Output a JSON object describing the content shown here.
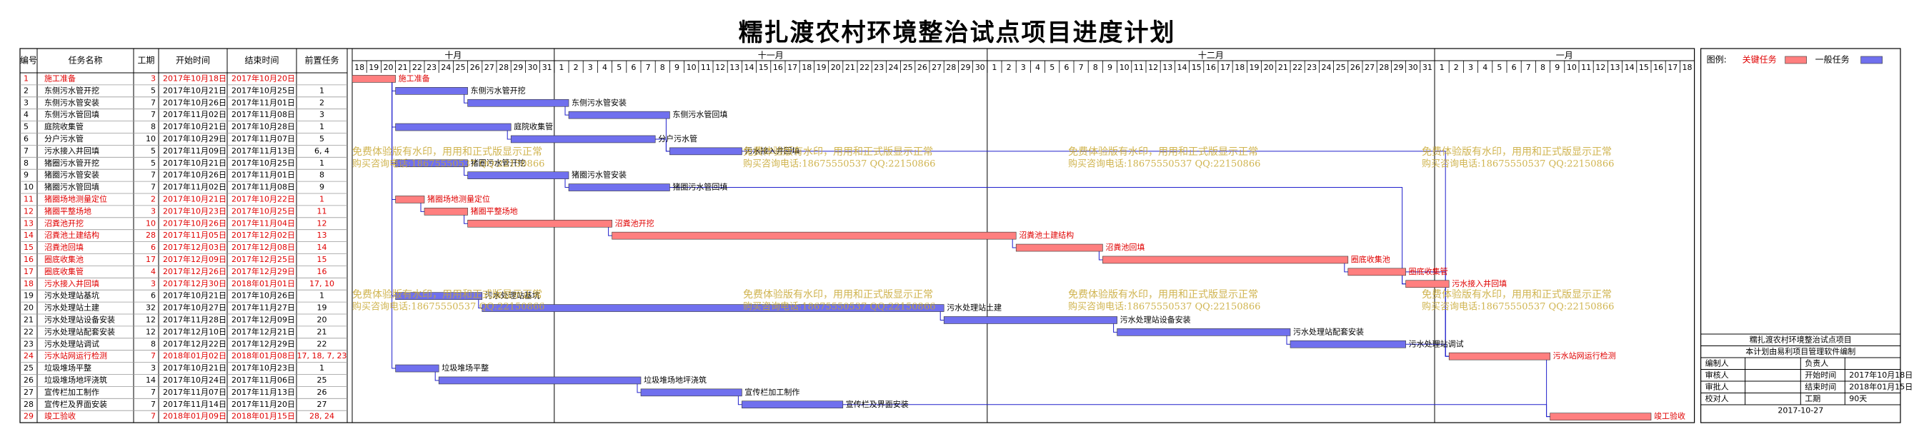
{
  "title": "糯扎渡农村环境整治试点项目进度计划",
  "table": {
    "headers": {
      "id": "编号",
      "name": "任务名称",
      "dur": "工期",
      "start": "开始时间",
      "end": "结束时间",
      "pred": "前置任务"
    }
  },
  "months": [
    "十月",
    "十一月",
    "十二月",
    "一月"
  ],
  "legend": {
    "label": "图例:",
    "critical": "关键任务",
    "normal": "一般任务",
    "critical_color": "#ff7f7f",
    "normal_color": "#7070ee"
  },
  "info_box": {
    "title": "糯扎渡农村环境整治试点项目",
    "subtitle": "本计划由易利项目管理软件编制",
    "rows": [
      [
        "编制人",
        "",
        "负责人",
        ""
      ],
      [
        "审核人",
        "",
        "开始时间",
        "2017年10月18日"
      ],
      [
        "审批人",
        "",
        "结束时间",
        "2018年01月15日"
      ],
      [
        "校对人",
        "",
        "工期",
        "90天"
      ]
    ],
    "date": "2017-10-27"
  },
  "watermark": {
    "line1": "免费体验版有水印，用用和正式版显示正常",
    "line2": "购买咨询电话:18675550537 QQ:22150866"
  },
  "colors": {
    "critical_text": "#e00000",
    "normal_text": "#000000",
    "critical_bar": "#ff7f7f",
    "normal_bar": "#7070ee",
    "link": "#2020cc",
    "watermark": "#c8a832"
  },
  "chart_data": {
    "type": "gantt",
    "x_start": "2017-10-18",
    "x_end": "2018-01-18",
    "tasks": [
      {
        "id": "1",
        "name": "施工准备",
        "duration": "3",
        "start": "2017年10月18日",
        "end": "2017年10月20日",
        "pred": "",
        "critical": true,
        "s": "2017-10-18",
        "e": "2017-10-20"
      },
      {
        "id": "2",
        "name": "东侧污水管开挖",
        "duration": "5",
        "start": "2017年10月21日",
        "end": "2017年10月25日",
        "pred": "1",
        "critical": false,
        "s": "2017-10-21",
        "e": "2017-10-25"
      },
      {
        "id": "3",
        "name": "东侧污水管安装",
        "duration": "7",
        "start": "2017年10月26日",
        "end": "2017年11月01日",
        "pred": "2",
        "critical": false,
        "s": "2017-10-26",
        "e": "2017-11-01"
      },
      {
        "id": "4",
        "name": "东侧污水管回填",
        "duration": "7",
        "start": "2017年11月02日",
        "end": "2017年11月08日",
        "pred": "3",
        "critical": false,
        "s": "2017-11-02",
        "e": "2017-11-08"
      },
      {
        "id": "5",
        "name": "庭院收集管",
        "duration": "8",
        "start": "2017年10月21日",
        "end": "2017年10月28日",
        "pred": "1",
        "critical": false,
        "s": "2017-10-21",
        "e": "2017-10-28"
      },
      {
        "id": "6",
        "name": "分户污水管",
        "duration": "10",
        "start": "2017年10月29日",
        "end": "2017年11月07日",
        "pred": "5",
        "critical": false,
        "s": "2017-10-29",
        "e": "2017-11-07"
      },
      {
        "id": "7",
        "name": "污水接入井回填",
        "duration": "5",
        "start": "2017年11月09日",
        "end": "2017年11月13日",
        "pred": "6, 4",
        "critical": false,
        "s": "2017-11-09",
        "e": "2017-11-13"
      },
      {
        "id": "8",
        "name": "猪圈污水管开挖",
        "duration": "5",
        "start": "2017年10月21日",
        "end": "2017年10月25日",
        "pred": "1",
        "critical": false,
        "s": "2017-10-21",
        "e": "2017-10-25"
      },
      {
        "id": "9",
        "name": "猪圈污水管安装",
        "duration": "7",
        "start": "2017年10月26日",
        "end": "2017年11月01日",
        "pred": "8",
        "critical": false,
        "s": "2017-10-26",
        "e": "2017-11-01"
      },
      {
        "id": "10",
        "name": "猪圈污水管回填",
        "duration": "7",
        "start": "2017年11月02日",
        "end": "2017年11月08日",
        "pred": "9",
        "critical": false,
        "s": "2017-11-02",
        "e": "2017-11-08"
      },
      {
        "id": "11",
        "name": "猪圈场地测量定位",
        "duration": "2",
        "start": "2017年10月21日",
        "end": "2017年10月22日",
        "pred": "1",
        "critical": true,
        "s": "2017-10-21",
        "e": "2017-10-22"
      },
      {
        "id": "12",
        "name": "猪圈平整场地",
        "duration": "3",
        "start": "2017年10月23日",
        "end": "2017年10月25日",
        "pred": "11",
        "critical": true,
        "s": "2017-10-23",
        "e": "2017-10-25"
      },
      {
        "id": "13",
        "name": "沼粪池开挖",
        "duration": "10",
        "start": "2017年10月26日",
        "end": "2017年11月04日",
        "pred": "12",
        "critical": true,
        "s": "2017-10-26",
        "e": "2017-11-04"
      },
      {
        "id": "14",
        "name": "沼粪池土建结构",
        "duration": "28",
        "start": "2017年11月05日",
        "end": "2017年12月02日",
        "pred": "13",
        "critical": true,
        "s": "2017-11-05",
        "e": "2017-12-02"
      },
      {
        "id": "15",
        "name": "沼粪池回填",
        "duration": "6",
        "start": "2017年12月03日",
        "end": "2017年12月08日",
        "pred": "14",
        "critical": true,
        "s": "2017-12-03",
        "e": "2017-12-08"
      },
      {
        "id": "16",
        "name": "圈底收集池",
        "duration": "17",
        "start": "2017年12月09日",
        "end": "2017年12月25日",
        "pred": "15",
        "critical": true,
        "s": "2017-12-09",
        "e": "2017-12-25"
      },
      {
        "id": "17",
        "name": "圈底收集管",
        "duration": "4",
        "start": "2017年12月26日",
        "end": "2017年12月29日",
        "pred": "16",
        "critical": true,
        "s": "2017-12-26",
        "e": "2017-12-29"
      },
      {
        "id": "18",
        "name": "污水接入井回填",
        "duration": "3",
        "start": "2017年12月30日",
        "end": "2018年01月01日",
        "pred": "17, 10",
        "critical": true,
        "s": "2017-12-30",
        "e": "2018-01-01"
      },
      {
        "id": "19",
        "name": "污水处理站基坑",
        "duration": "6",
        "start": "2017年10月21日",
        "end": "2017年10月26日",
        "pred": "1",
        "critical": false,
        "s": "2017-10-21",
        "e": "2017-10-26"
      },
      {
        "id": "20",
        "name": "污水处理站土建",
        "duration": "32",
        "start": "2017年10月27日",
        "end": "2017年11月27日",
        "pred": "19",
        "critical": false,
        "s": "2017-10-27",
        "e": "2017-11-27"
      },
      {
        "id": "21",
        "name": "污水处理站设备安装",
        "duration": "12",
        "start": "2017年11月28日",
        "end": "2017年12月09日",
        "pred": "20",
        "critical": false,
        "s": "2017-11-28",
        "e": "2017-12-09"
      },
      {
        "id": "22",
        "name": "污水处理站配套安装",
        "duration": "12",
        "start": "2017年12月10日",
        "end": "2017年12月21日",
        "pred": "21",
        "critical": false,
        "s": "2017-12-10",
        "e": "2017-12-21"
      },
      {
        "id": "23",
        "name": "污水处理站调试",
        "duration": "8",
        "start": "2017年12月22日",
        "end": "2017年12月29日",
        "pred": "22",
        "critical": false,
        "s": "2017-12-22",
        "e": "2017-12-29"
      },
      {
        "id": "24",
        "name": "污水站网运行检测",
        "duration": "7",
        "start": "2018年01月02日",
        "end": "2018年01月08日",
        "pred": "17, 18, 7, 23",
        "critical": true,
        "s": "2018-01-02",
        "e": "2018-01-08"
      },
      {
        "id": "25",
        "name": "垃圾堆场平整",
        "duration": "3",
        "start": "2017年10月21日",
        "end": "2017年10月23日",
        "pred": "1",
        "critical": false,
        "s": "2017-10-21",
        "e": "2017-10-23"
      },
      {
        "id": "26",
        "name": "垃圾堆场地坪浇筑",
        "duration": "14",
        "start": "2017年10月24日",
        "end": "2017年11月06日",
        "pred": "25",
        "critical": false,
        "s": "2017-10-24",
        "e": "2017-11-06"
      },
      {
        "id": "27",
        "name": "宣传栏加工制作",
        "duration": "7",
        "start": "2017年11月07日",
        "end": "2017年11月13日",
        "pred": "26",
        "critical": false,
        "s": "2017-11-07",
        "e": "2017-11-13"
      },
      {
        "id": "28",
        "name": "宣传栏及界面安装",
        "duration": "7",
        "start": "2017年11月14日",
        "end": "2017年11月20日",
        "pred": "27",
        "critical": false,
        "s": "2017-11-14",
        "e": "2017-11-20"
      },
      {
        "id": "29",
        "name": "竣工验收",
        "duration": "7",
        "start": "2018年01月09日",
        "end": "2018年01月15日",
        "pred": "28, 24",
        "critical": true,
        "s": "2018-01-09",
        "e": "2018-01-15"
      }
    ]
  }
}
